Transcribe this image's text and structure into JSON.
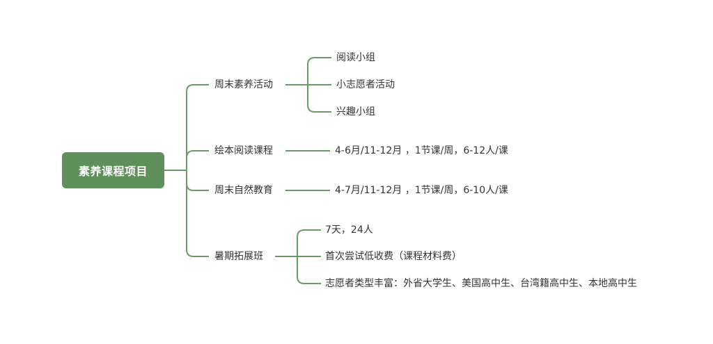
{
  "root": {
    "label": "素养课程项目"
  },
  "branches": [
    {
      "label": "周末素养活动",
      "children": [
        "阅读小组",
        "小志愿者活动",
        "兴趣小组"
      ]
    },
    {
      "label": "绘本阅读课程",
      "children": [
        "4-6月/11-12月 ，1节课/周，6-12人/课"
      ]
    },
    {
      "label": "周末自然教育",
      "children": [
        "4-7月/11-12月 ，1节课/周，6-10人/课"
      ]
    },
    {
      "label": "暑期拓展班",
      "children": [
        "7天，24人",
        "首次尝试低收费（课程材料费）",
        "志愿者类型丰富：外省大学生、美国高中生、台湾籍高中生、本地高中生"
      ]
    }
  ],
  "colors": {
    "root_fill": "#5f8f5a",
    "connector": "#6b9b65",
    "text": "#333333"
  }
}
